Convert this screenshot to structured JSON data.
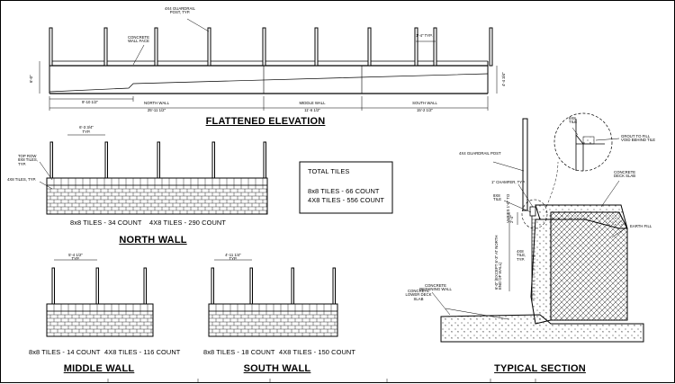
{
  "elevation": {
    "title": "FLATTENED ELEVATION",
    "label_concrete_face": "CONCRETE WALL FACE",
    "label_guardrail_post": "4X4 GUARDRAIL POST, TYP.",
    "label_post_spacing": "1'-4\" TYP.",
    "dim_left_height": "6'-0\"",
    "dim_right_height": "4'-4 3/4\"",
    "dim_first_segment": "9'-10 1/2\"",
    "north_label": "NORTH WALL",
    "north_dim": "25'-11 1/2\"",
    "middle_label": "MIDDLE WALL",
    "middle_dim": "11'-6 1/2\"",
    "south_label": "SOUTH WALL",
    "south_dim": "15'-2 1/2\""
  },
  "totals": {
    "heading": "TOTAL TILES",
    "line1": "8x8 TILES - 66 COUNT",
    "line2": "4X8 TILES - 556 COUNT"
  },
  "north": {
    "title": "NORTH WALL",
    "dim": "6'-3 3/4\"",
    "dim_typ": "TYP.",
    "label_top_row": "TOP ROW 8X8 TILES, TYP.",
    "label_4x8": "4X8 TILES, TYP.",
    "count_8x8": "8x8 TILES - 34 COUNT",
    "count_4x8": "4X8 TILES - 290 COUNT"
  },
  "middle": {
    "title": "MIDDLE WALL",
    "dim": "5'-4 1/2\"",
    "dim_typ": "TYP.",
    "count_8x8": "8x8 TILES - 14 COUNT",
    "count_4x8": "4X8 TILES - 116 COUNT"
  },
  "south": {
    "title": "SOUTH WALL",
    "dim": "4'-11 1/4\"",
    "dim_typ": "TYP.",
    "count_8x8": "8x8 TILES - 18 COUNT",
    "count_4x8": "4X8 TILES - 150 COUNT"
  },
  "section": {
    "title": "TYPICAL SECTION",
    "label_8x8_top": "8X8 TILE",
    "label_grout": "GROUT TO FILL VOID BEHIND TILE",
    "label_post": "4X4 GUARDRAIL POST",
    "label_deck": "CONCRETE DECK SLAB",
    "label_chamfer": "1\" CHAMFER, TYP.",
    "label_8x8_side": "8X8 TILE",
    "label_earth": "EARTH FILL",
    "label_4x8": "4X8 TILE, TYP.",
    "label_retaining": "CONCRETE RETAINING WALL",
    "label_lower": "CONCRETE LOWER DECK SLAB",
    "dim_varies": "VARIES 1'-0\" TO 2'-4\"",
    "dim_height": "6'-0\" (EXCEPT 6'-3\" AT NORTH END OF WALL)"
  }
}
